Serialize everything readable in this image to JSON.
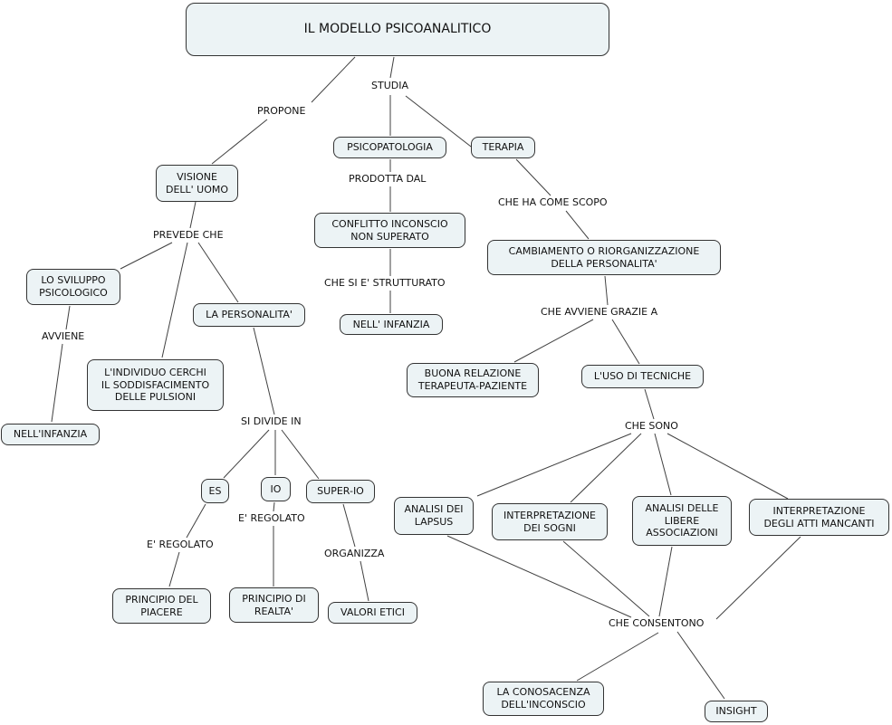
{
  "diagram": {
    "type": "concept-map",
    "language": "it",
    "colors": {
      "background": "#ffffff",
      "node_fill": "#ecf3f5",
      "node_border": "#333333",
      "connector": "#404040",
      "text": "#111111"
    },
    "nodes": {
      "root": "IL MODELLO PSICOANALITICO",
      "psicopatologia": "PSICOPATOLOGIA",
      "terapia": "TERAPIA",
      "visione_uomo": "VISIONE\nDELL' UOMO",
      "conflitto": "CONFLITTO INCONSCIO\nNON SUPERATO",
      "cambiamento": "CAMBIAMENTO O RIORGANIZZAZIONE\nDELLA PERSONALITA'",
      "sviluppo": "LO SVILUPPO\nPSICOLOGICO",
      "personalita": "LA PERSONALITA'",
      "infanzia_centro": "NELL' INFANZIA",
      "individuo": "L'INDIVIDUO CERCHI\nIL SODDISFACIMENTO\nDELLE PULSIONI",
      "buona_relazione": "BUONA RELAZIONE\nTERAPEUTA-PAZIENTE",
      "uso_tecniche": "L'USO DI TECNICHE",
      "infanzia_sinistra": "NELL'INFANZIA",
      "es": "ES",
      "io": "IO",
      "super_io": "SUPER-IO",
      "lapsus": "ANALISI DEI\nLAPSUS",
      "sogni": "INTERPRETAZIONE\nDEI SOGNI",
      "libere_associazioni": "ANALISI DELLE\nLIBERE\nASSOCIAZIONI",
      "atti_mancanti": "INTERPRETAZIONE\nDEGLI ATTI MANCANTI",
      "principio_piacere": "PRINCIPIO DEL\nPIACERE",
      "principio_realta": "PRINCIPIO DI\nREALTA'",
      "valori_etici": "VALORI ETICI",
      "conosacenza": "LA CONOSACENZA\nDELL'INCONSCIO",
      "insight": "INSIGHT"
    },
    "link_labels": {
      "propone": "PROPONE",
      "studia": "STUDIA",
      "prodotta_dal": "PRODOTTA DAL",
      "che_si_e_strutturato": "CHE SI E' STRUTTURATO",
      "che_ha_come_scopo": "CHE HA COME SCOPO",
      "che_avviene_grazie_a": "CHE AVVIENE GRAZIE A",
      "che_sono": "CHE SONO",
      "che_consentono": "CHE CONSENTONO",
      "prevede_che": "PREVEDE CHE",
      "avviene": "AVVIENE",
      "si_divide_in": "SI DIVIDE IN",
      "e_regolato_es": "E' REGOLATO",
      "e_regolato_io": "E' REGOLATO",
      "organizza": "ORGANIZZA"
    },
    "edges": [
      {
        "from": "root",
        "label": "PROPONE",
        "to": "visione_uomo"
      },
      {
        "from": "root",
        "label": "STUDIA",
        "to": "psicopatologia"
      },
      {
        "from": "root",
        "label": "STUDIA",
        "to": "terapia"
      },
      {
        "from": "psicopatologia",
        "label": "PRODOTTA DAL",
        "to": "conflitto"
      },
      {
        "from": "conflitto",
        "label": "CHE SI E' STRUTTURATO",
        "to": "infanzia_centro"
      },
      {
        "from": "terapia",
        "label": "CHE HA COME SCOPO",
        "to": "cambiamento"
      },
      {
        "from": "cambiamento",
        "label": "CHE AVVIENE GRAZIE A",
        "to": "buona_relazione"
      },
      {
        "from": "cambiamento",
        "label": "CHE AVVIENE GRAZIE A",
        "to": "uso_tecniche"
      },
      {
        "from": "uso_tecniche",
        "label": "CHE SONO",
        "to": "lapsus"
      },
      {
        "from": "uso_tecniche",
        "label": "CHE SONO",
        "to": "sogni"
      },
      {
        "from": "uso_tecniche",
        "label": "CHE SONO",
        "to": "libere_associazioni"
      },
      {
        "from": "uso_tecniche",
        "label": "CHE SONO",
        "to": "atti_mancanti"
      },
      {
        "from": [
          "lapsus",
          "sogni",
          "libere_associazioni",
          "atti_mancanti"
        ],
        "label": "CHE CONSENTONO",
        "to": [
          "conosacenza",
          "insight"
        ]
      },
      {
        "from": "visione_uomo",
        "label": "PREVEDE CHE",
        "to": "sviluppo"
      },
      {
        "from": "visione_uomo",
        "label": "PREVEDE CHE",
        "to": "individuo"
      },
      {
        "from": "visione_uomo",
        "label": "PREVEDE CHE",
        "to": "personalita"
      },
      {
        "from": "sviluppo",
        "label": "AVVIENE",
        "to": "infanzia_sinistra"
      },
      {
        "from": "personalita",
        "label": "SI DIVIDE IN",
        "to": "es"
      },
      {
        "from": "personalita",
        "label": "SI DIVIDE IN",
        "to": "io"
      },
      {
        "from": "personalita",
        "label": "SI DIVIDE IN",
        "to": "super_io"
      },
      {
        "from": "es",
        "label": "E' REGOLATO",
        "to": "principio_piacere"
      },
      {
        "from": "io",
        "label": "E' REGOLATO",
        "to": "principio_realta"
      },
      {
        "from": "super_io",
        "label": "ORGANIZZA",
        "to": "valori_etici"
      }
    ]
  }
}
